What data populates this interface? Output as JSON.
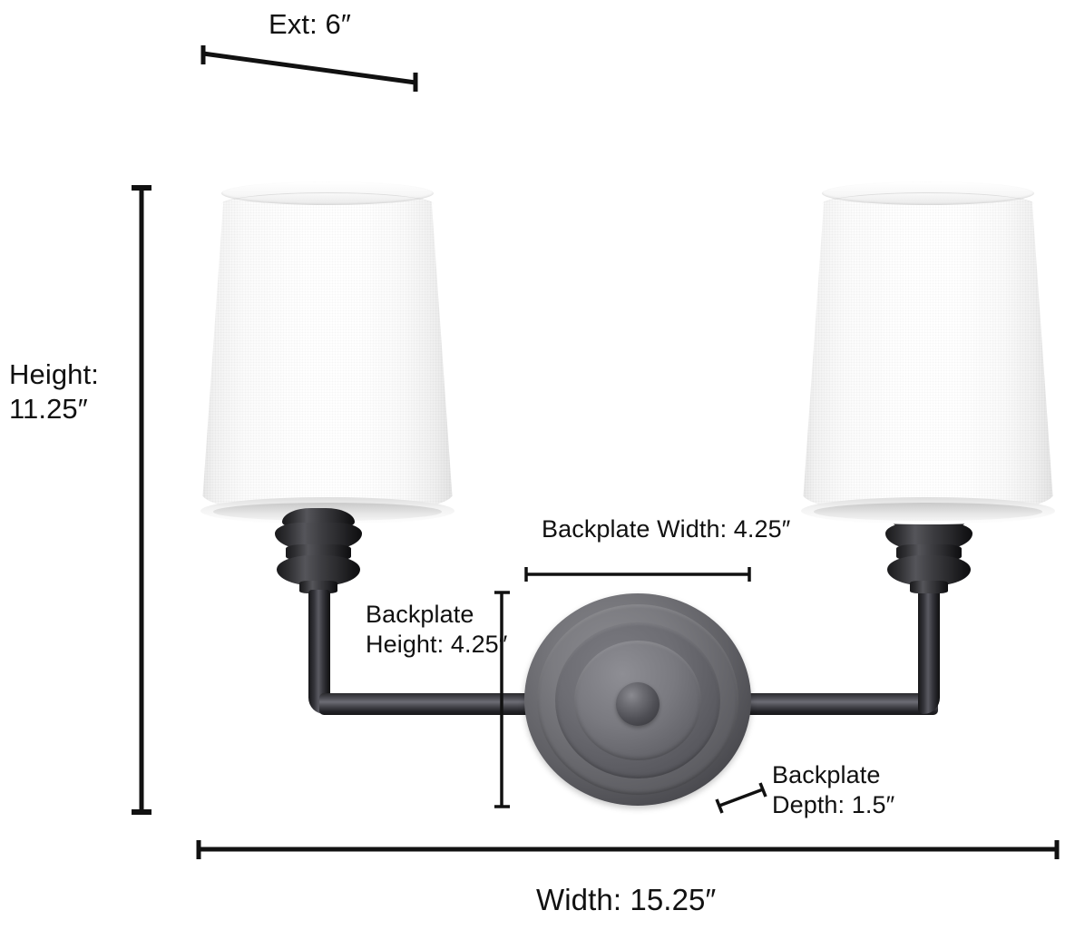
{
  "diagram": {
    "title": "Two-light wall sconce dimension diagram",
    "background_color": "#ffffff",
    "line_color": "#111111",
    "text_color": "#111111"
  },
  "dimensions": {
    "extension": {
      "label": "Ext: 6″",
      "name": "Ext",
      "value": "6",
      "unit": "″",
      "line": "diagonal"
    },
    "height": {
      "label": "Height:\n11.25″",
      "name": "Height",
      "value": "11.25",
      "unit": "″",
      "line": "vertical"
    },
    "backplate_width": {
      "label": "Backplate Width: 4.25″",
      "name": "Backplate Width",
      "value": "4.25",
      "unit": "″",
      "line": "horizontal"
    },
    "backplate_height": {
      "label": "Backplate\nHeight: 4.25″",
      "name": "Backplate Height",
      "value": "4.25",
      "unit": "″",
      "line": "vertical"
    },
    "backplate_depth": {
      "label": "Backplate\nDepth: 1.5″",
      "name": "Backplate Depth",
      "value": "1.5",
      "unit": "″",
      "line": "diagonal"
    },
    "width": {
      "label": "Width: 15.25″",
      "name": "Width",
      "value": "15.25",
      "unit": "″",
      "line": "horizontal"
    }
  },
  "product": {
    "shade_color": "#ffffff",
    "metal_color": "#2b2b2f",
    "backplate_color": "#6b6b70",
    "parts": [
      "left-shade",
      "right-shade",
      "left-socket-finial",
      "right-socket-finial",
      "left-arm",
      "right-arm",
      "crossbar",
      "backplate",
      "center-knob"
    ]
  }
}
